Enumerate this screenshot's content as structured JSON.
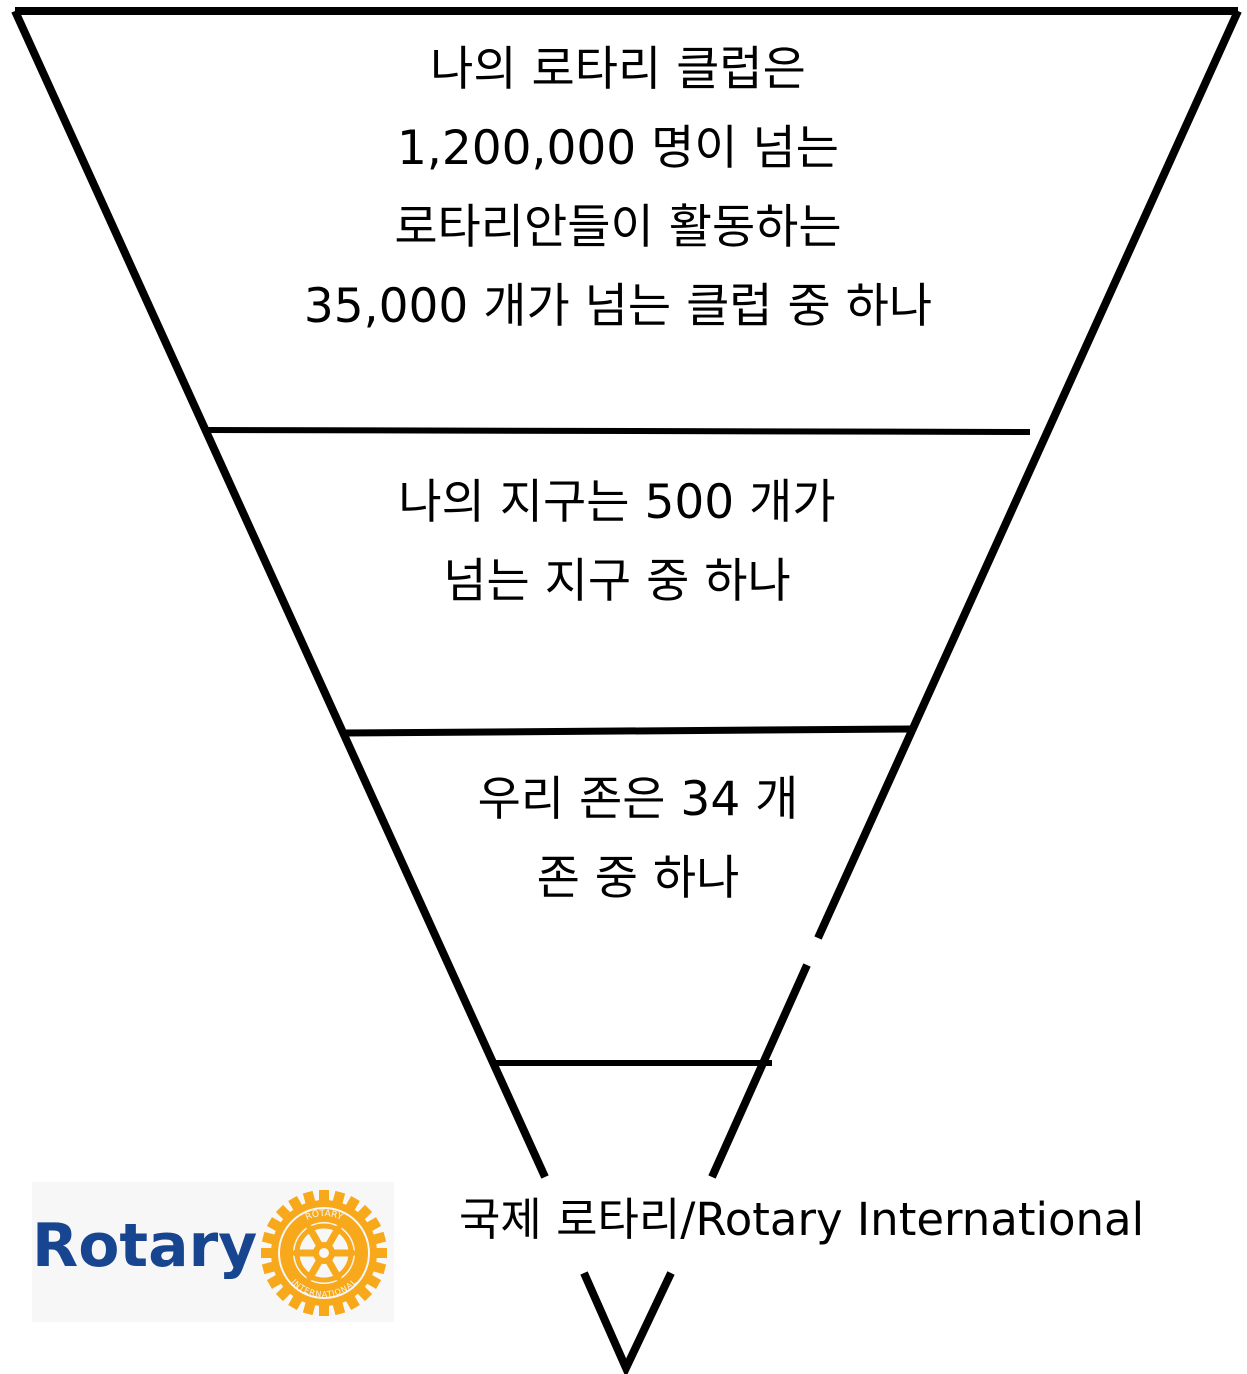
{
  "tiers": [
    {
      "lines": [
        "나의 로타리 클럽은",
        "1,200,000 명이 넘는",
        "로타리안들이 활동하는",
        "35,000 개가 넘는 클럽 중 하나"
      ]
    },
    {
      "lines": [
        "나의 지구는 500 개가",
        "넘는 지구 중 하나"
      ]
    },
    {
      "lines": [
        "우리 존은 34 개",
        "존 중 하나"
      ]
    }
  ],
  "bottom_label": "국제 로타리/Rotary International",
  "logo": {
    "word": "Rotary",
    "wheel_top_text": "ROTARY",
    "wheel_bottom_text": "INTERNATIONAL",
    "word_color": "#17458f",
    "wheel_color": "#f7a81b"
  }
}
